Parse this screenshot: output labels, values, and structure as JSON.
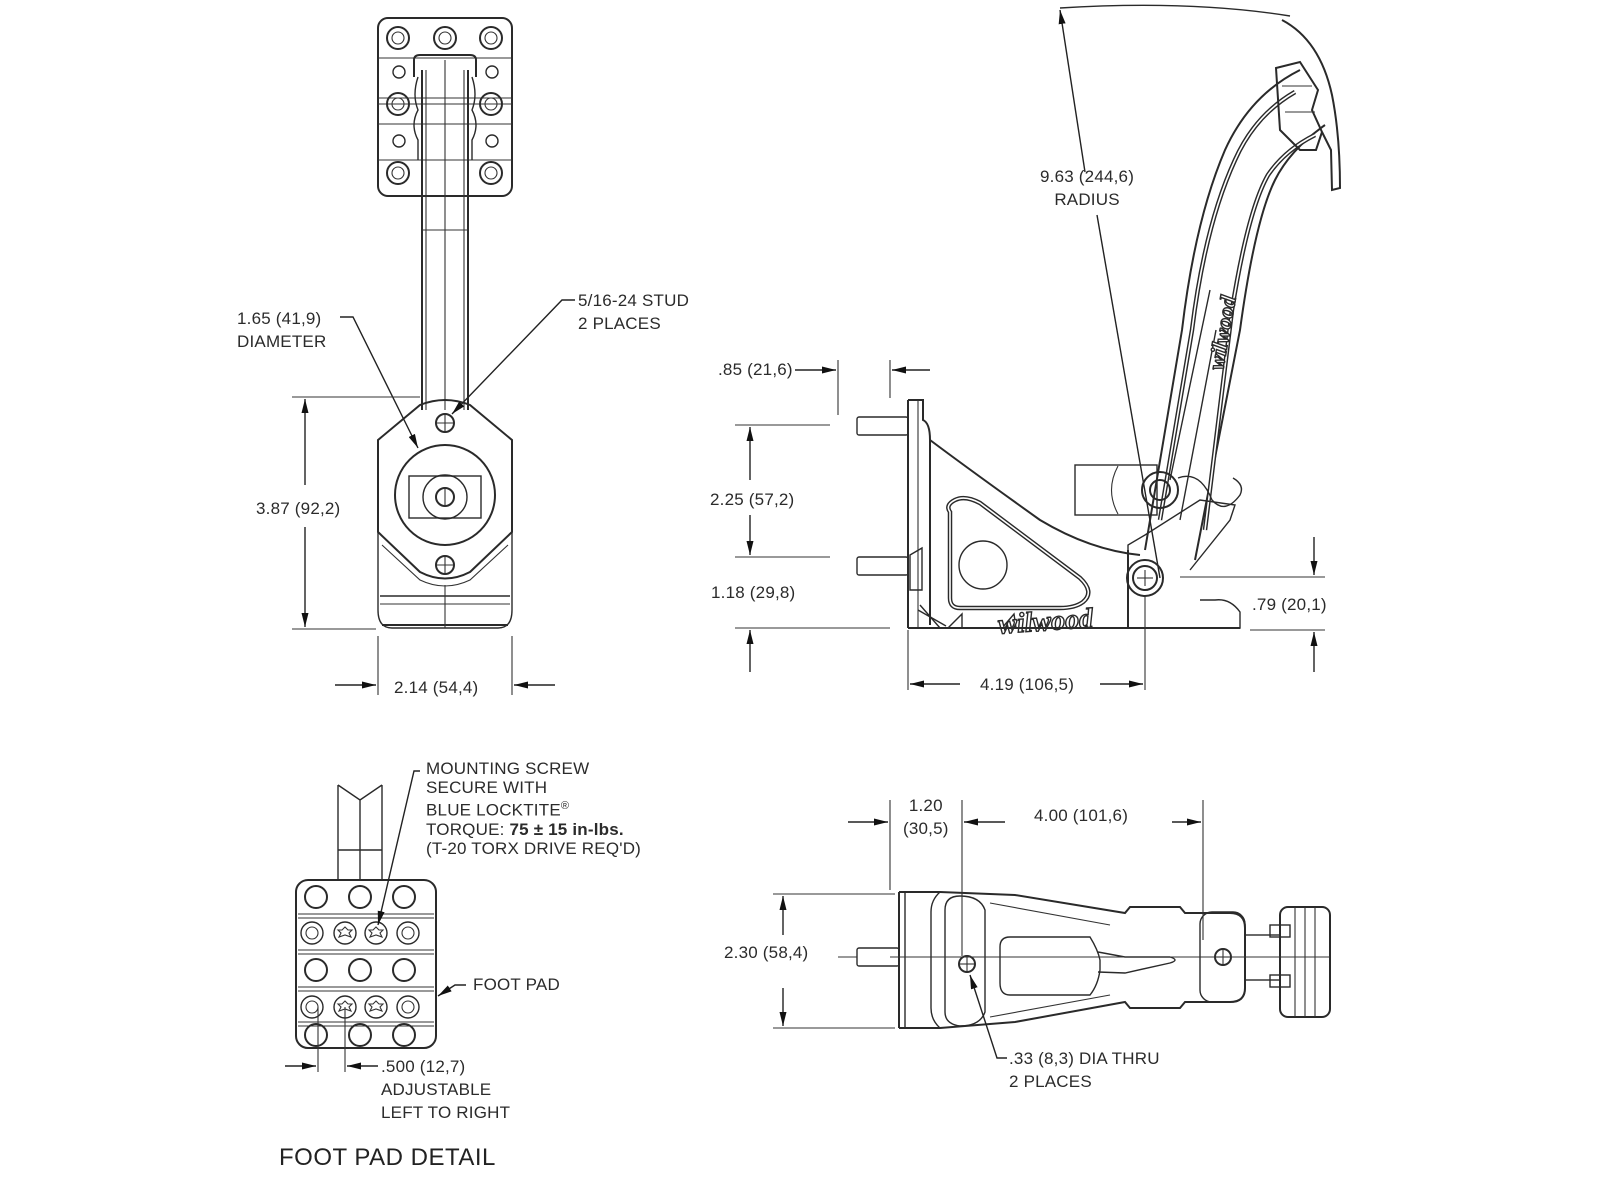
{
  "drawing": {
    "brand_logo": "wilwood",
    "front_view": {
      "diameter_dim": "1.65 (41,9)",
      "diameter_label": "DIAMETER",
      "stud_dim": "5/16-24 STUD",
      "stud_places": "2 PLACES",
      "height_dim": "3.87 (92,2)",
      "width_dim": "2.14 (54,4)"
    },
    "side_view": {
      "radius_dim": "9.63 (244,6)",
      "radius_label": "RADIUS",
      "stud_length_dim": ".85 (21,6)",
      "stud_spacing_dim": "2.25 (57,2)",
      "stud_height_dim": "1.18 (29,8)",
      "pivot_height_dim": ".79 (20,1)",
      "base_length_dim": "4.19 (106,5)"
    },
    "foot_pad_detail": {
      "screw_note_line1": "MOUNTING SCREW",
      "screw_note_line2": "SECURE WITH",
      "screw_note_line3": "BLUE LOCKTITE",
      "screw_note_registered": "®",
      "torque_prefix": "TORQUE: ",
      "torque_value": "75 ± 15 in-lbs.",
      "torx_note": "(T-20 TORX DRIVE REQ'D)",
      "foot_pad_label": "FOOT PAD",
      "adjust_dim": ".500 (12,7)",
      "adjust_line1": "ADJUSTABLE",
      "adjust_line2": "LEFT TO RIGHT",
      "title": "FOOT PAD DETAIL"
    },
    "top_view": {
      "offset_dim_line1": "1.20",
      "offset_dim_line2": "(30,5)",
      "hole_spacing_dim": "4.00 (101,6)",
      "width_dim": "2.30 (58,4)",
      "hole_dim": ".33 (8,3) DIA THRU",
      "hole_places": "2 PLACES"
    }
  }
}
